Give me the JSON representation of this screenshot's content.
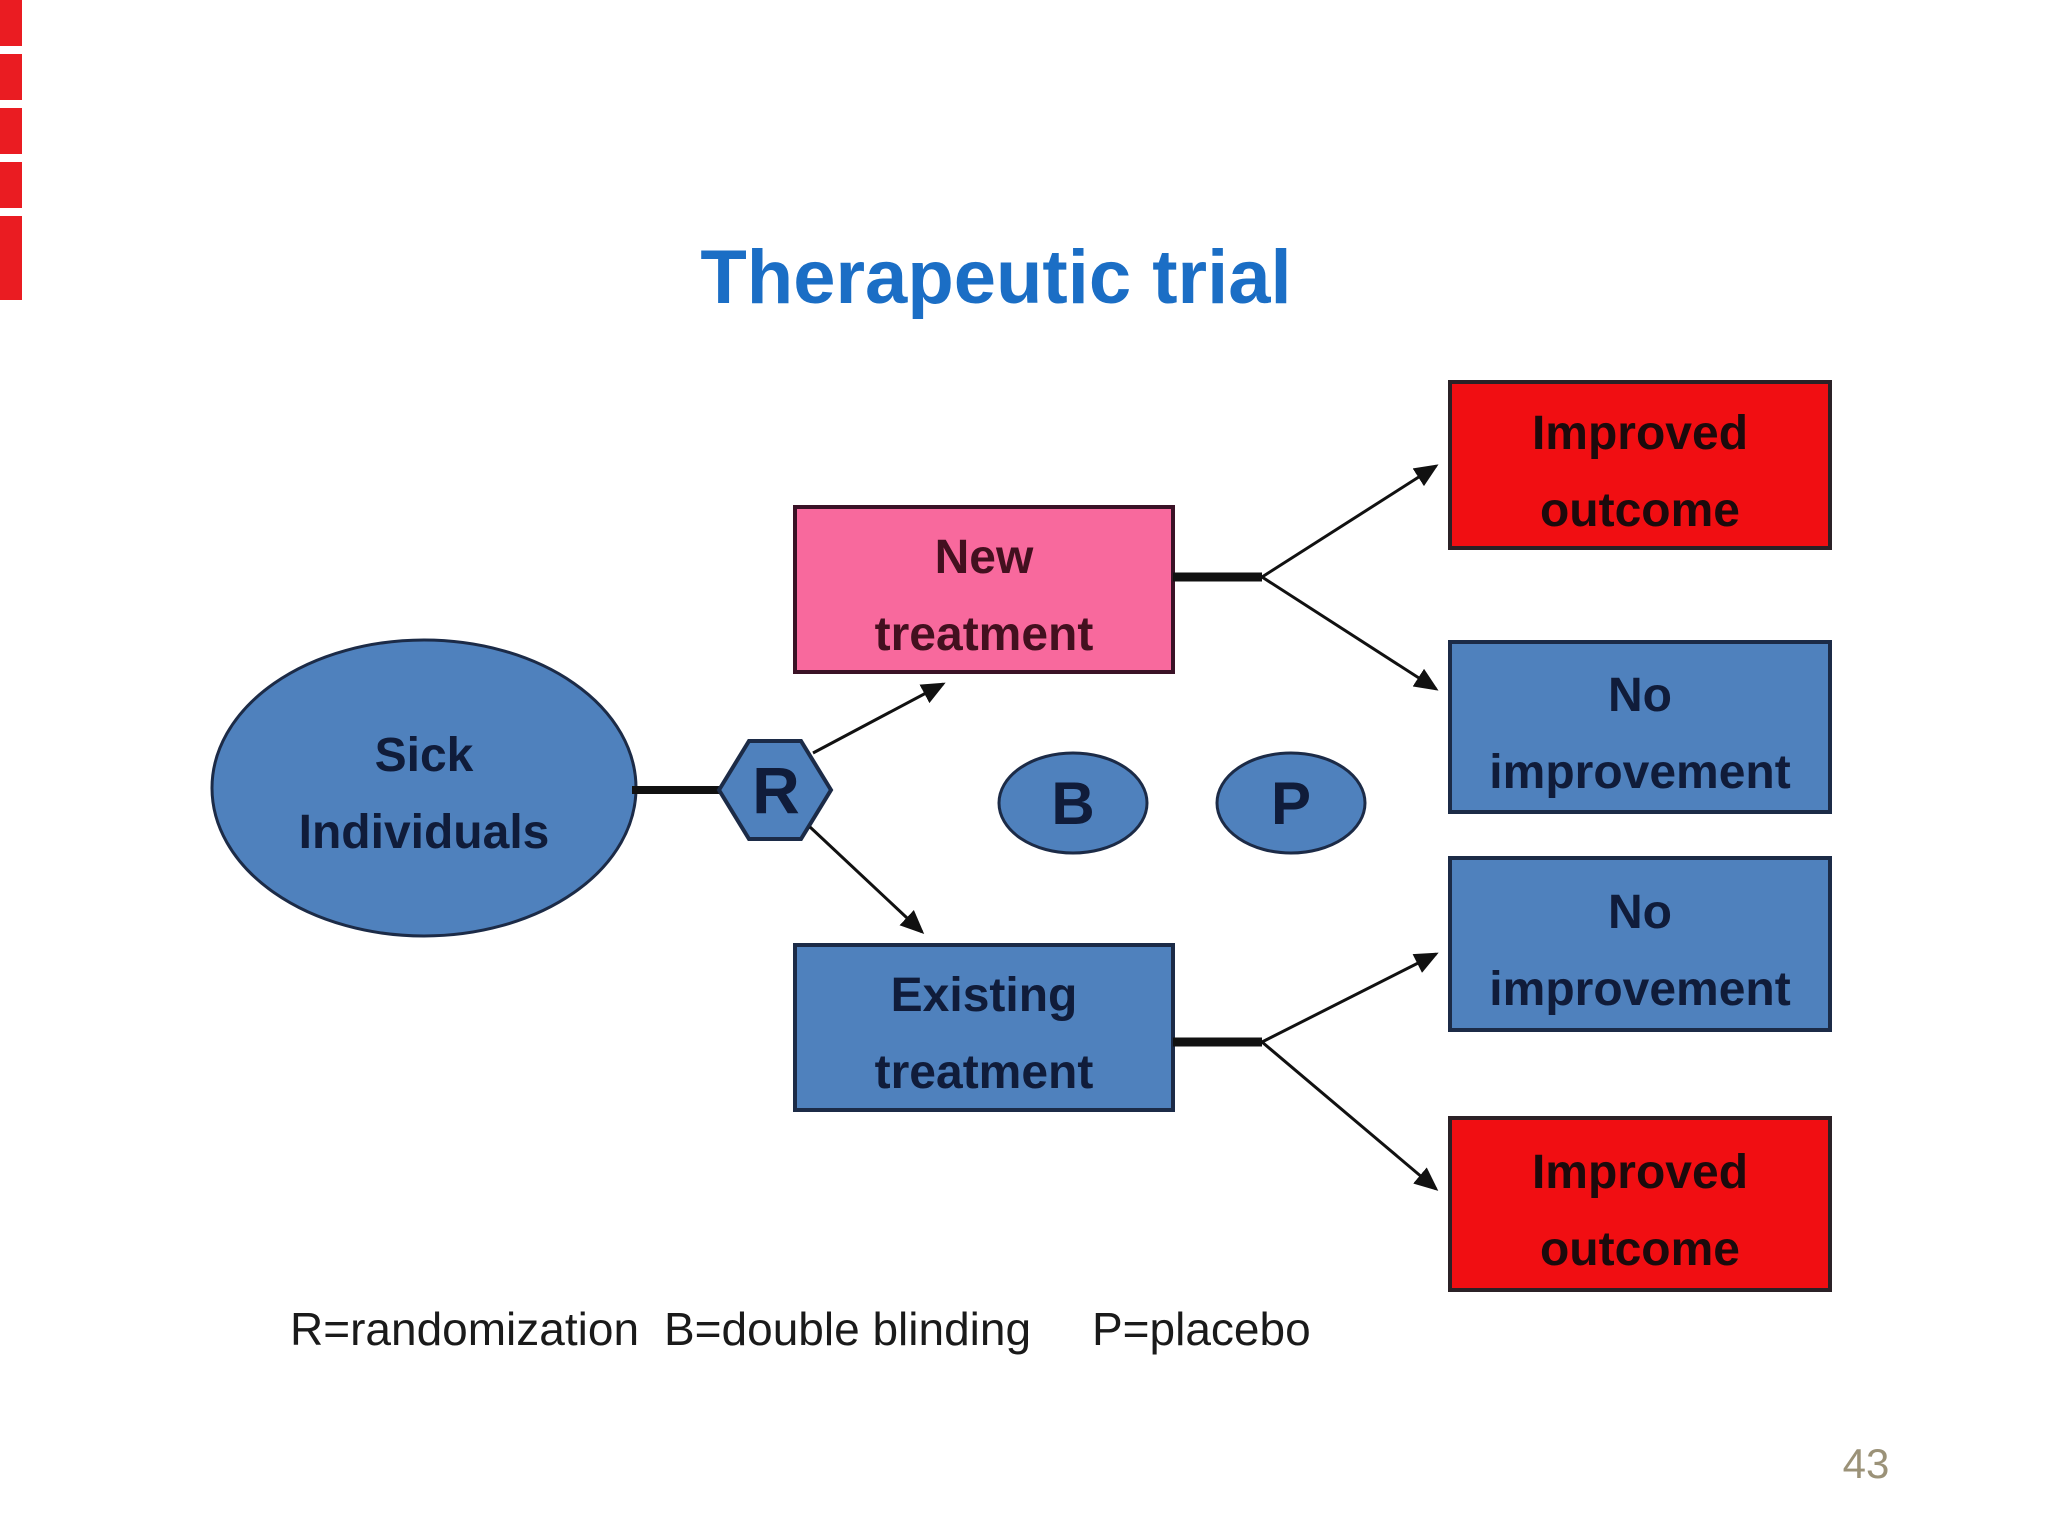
{
  "slide": {
    "title": "Therapeutic trial",
    "page_number": "43",
    "colors": {
      "title_blue": "#1b6ec5",
      "shape_blue": "#4f81bd",
      "shape_pink": "#f8699d",
      "shape_red": "#f10e12",
      "navy_text": "#101c3a",
      "pink_box_text": "#43101f",
      "red_box_text": "#1c0a0c",
      "legend_text": "#1a1a1a",
      "page_number_color": "#9b9278",
      "edge_marker_red": "#ea1c22",
      "line_black": "#111111"
    }
  },
  "diagram": {
    "sick": {
      "lines": [
        "Sick",
        "Individuals"
      ]
    },
    "randomization": {
      "label": "R"
    },
    "blinding": {
      "label": "B"
    },
    "placebo": {
      "label": "P"
    },
    "new_treatment": {
      "lines": [
        "New",
        "treatment"
      ]
    },
    "existing_treatment": {
      "lines": [
        "Existing",
        "treatment"
      ]
    },
    "outcome_new_improved": {
      "lines": [
        "Improved",
        "outcome"
      ]
    },
    "outcome_new_none": {
      "lines": [
        "No",
        "improvement"
      ]
    },
    "outcome_existing_none": {
      "lines": [
        "No",
        "improvement"
      ]
    },
    "outcome_existing_improved": {
      "lines": [
        "Improved",
        "outcome"
      ]
    }
  },
  "legend": {
    "items": [
      "R=randomization",
      "B=double blinding",
      "P=placebo"
    ]
  }
}
